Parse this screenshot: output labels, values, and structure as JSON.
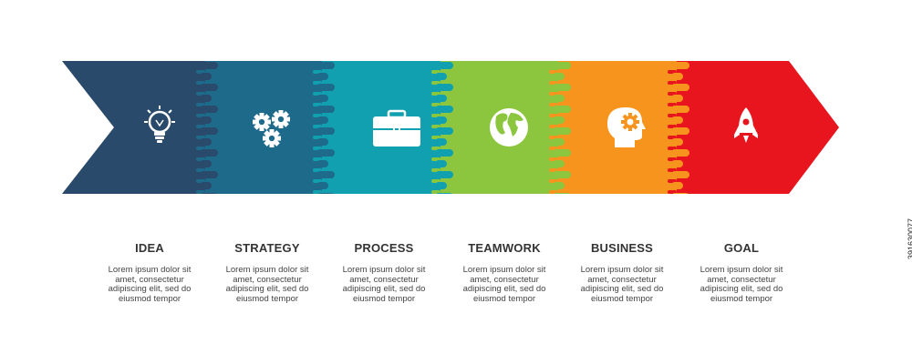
{
  "steps": [
    {
      "title": "IDEA",
      "icon": "lightbulb-icon",
      "color": "#2A4A6B",
      "desc": [
        "Lorem ipsum dolor sit",
        "amet, consectetur",
        "adipiscing elit, sed do",
        "eiusmod tempor"
      ]
    },
    {
      "title": "STRATEGY",
      "icon": "gears-icon",
      "color": "#1E6A8A",
      "desc": [
        "Lorem ipsum dolor sit",
        "amet, consectetur",
        "adipiscing elit, sed do",
        "eiusmod tempor"
      ]
    },
    {
      "title": "PROCESS",
      "icon": "briefcase-icon",
      "color": "#11A0B0",
      "desc": [
        "Lorem ipsum dolor sit",
        "amet, consectetur",
        "adipiscing elit, sed do",
        "eiusmod tempor"
      ]
    },
    {
      "title": "TEAMWORK",
      "icon": "globe-icon",
      "color": "#8CC63F",
      "desc": [
        "Lorem ipsum dolor sit",
        "amet, consectetur",
        "adipiscing elit, sed do",
        "eiusmod tempor"
      ]
    },
    {
      "title": "BUSINESS",
      "icon": "head-gear-icon",
      "color": "#F7941D",
      "desc": [
        "Lorem ipsum dolor sit",
        "amet, consectetur",
        "adipiscing elit, sed do",
        "eiusmod tempor"
      ]
    },
    {
      "title": "GOAL",
      "icon": "rocket-icon",
      "color": "#E8141E",
      "desc": [
        "Lorem ipsum dolor sit",
        "amet, consectetur",
        "adipiscing elit, sed do",
        "eiusmod tempor"
      ]
    }
  ],
  "stock_id": "391630077"
}
